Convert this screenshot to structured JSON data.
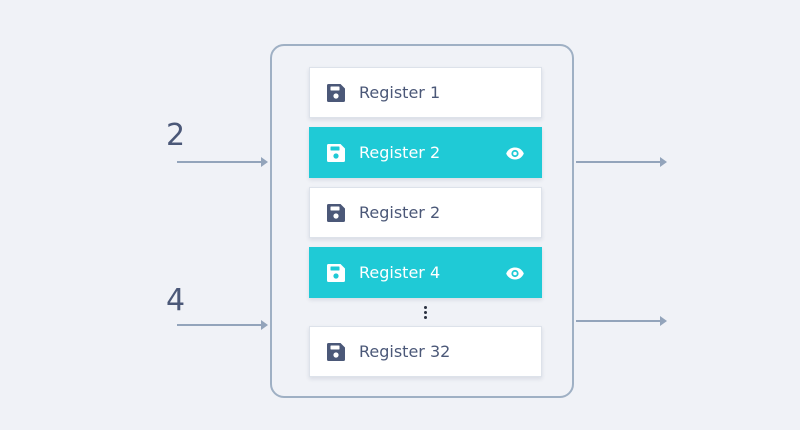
{
  "inputs": [
    {
      "number": "2"
    },
    {
      "number": "4"
    }
  ],
  "registers": [
    {
      "label": "Register 1",
      "active": false
    },
    {
      "label": "Register 2",
      "active": true
    },
    {
      "label": "Register 2",
      "active": false
    },
    {
      "label": "Register 4",
      "active": true
    },
    {
      "label": "Register 32",
      "active": false
    }
  ],
  "icons": {
    "register": "save-icon",
    "view": "eye-icon",
    "more": "vertical-ellipsis-icon"
  },
  "colors": {
    "background": "#f0f2f7",
    "active": "#1fcad6",
    "text": "#4b5878",
    "connector": "#93a4bb"
  }
}
